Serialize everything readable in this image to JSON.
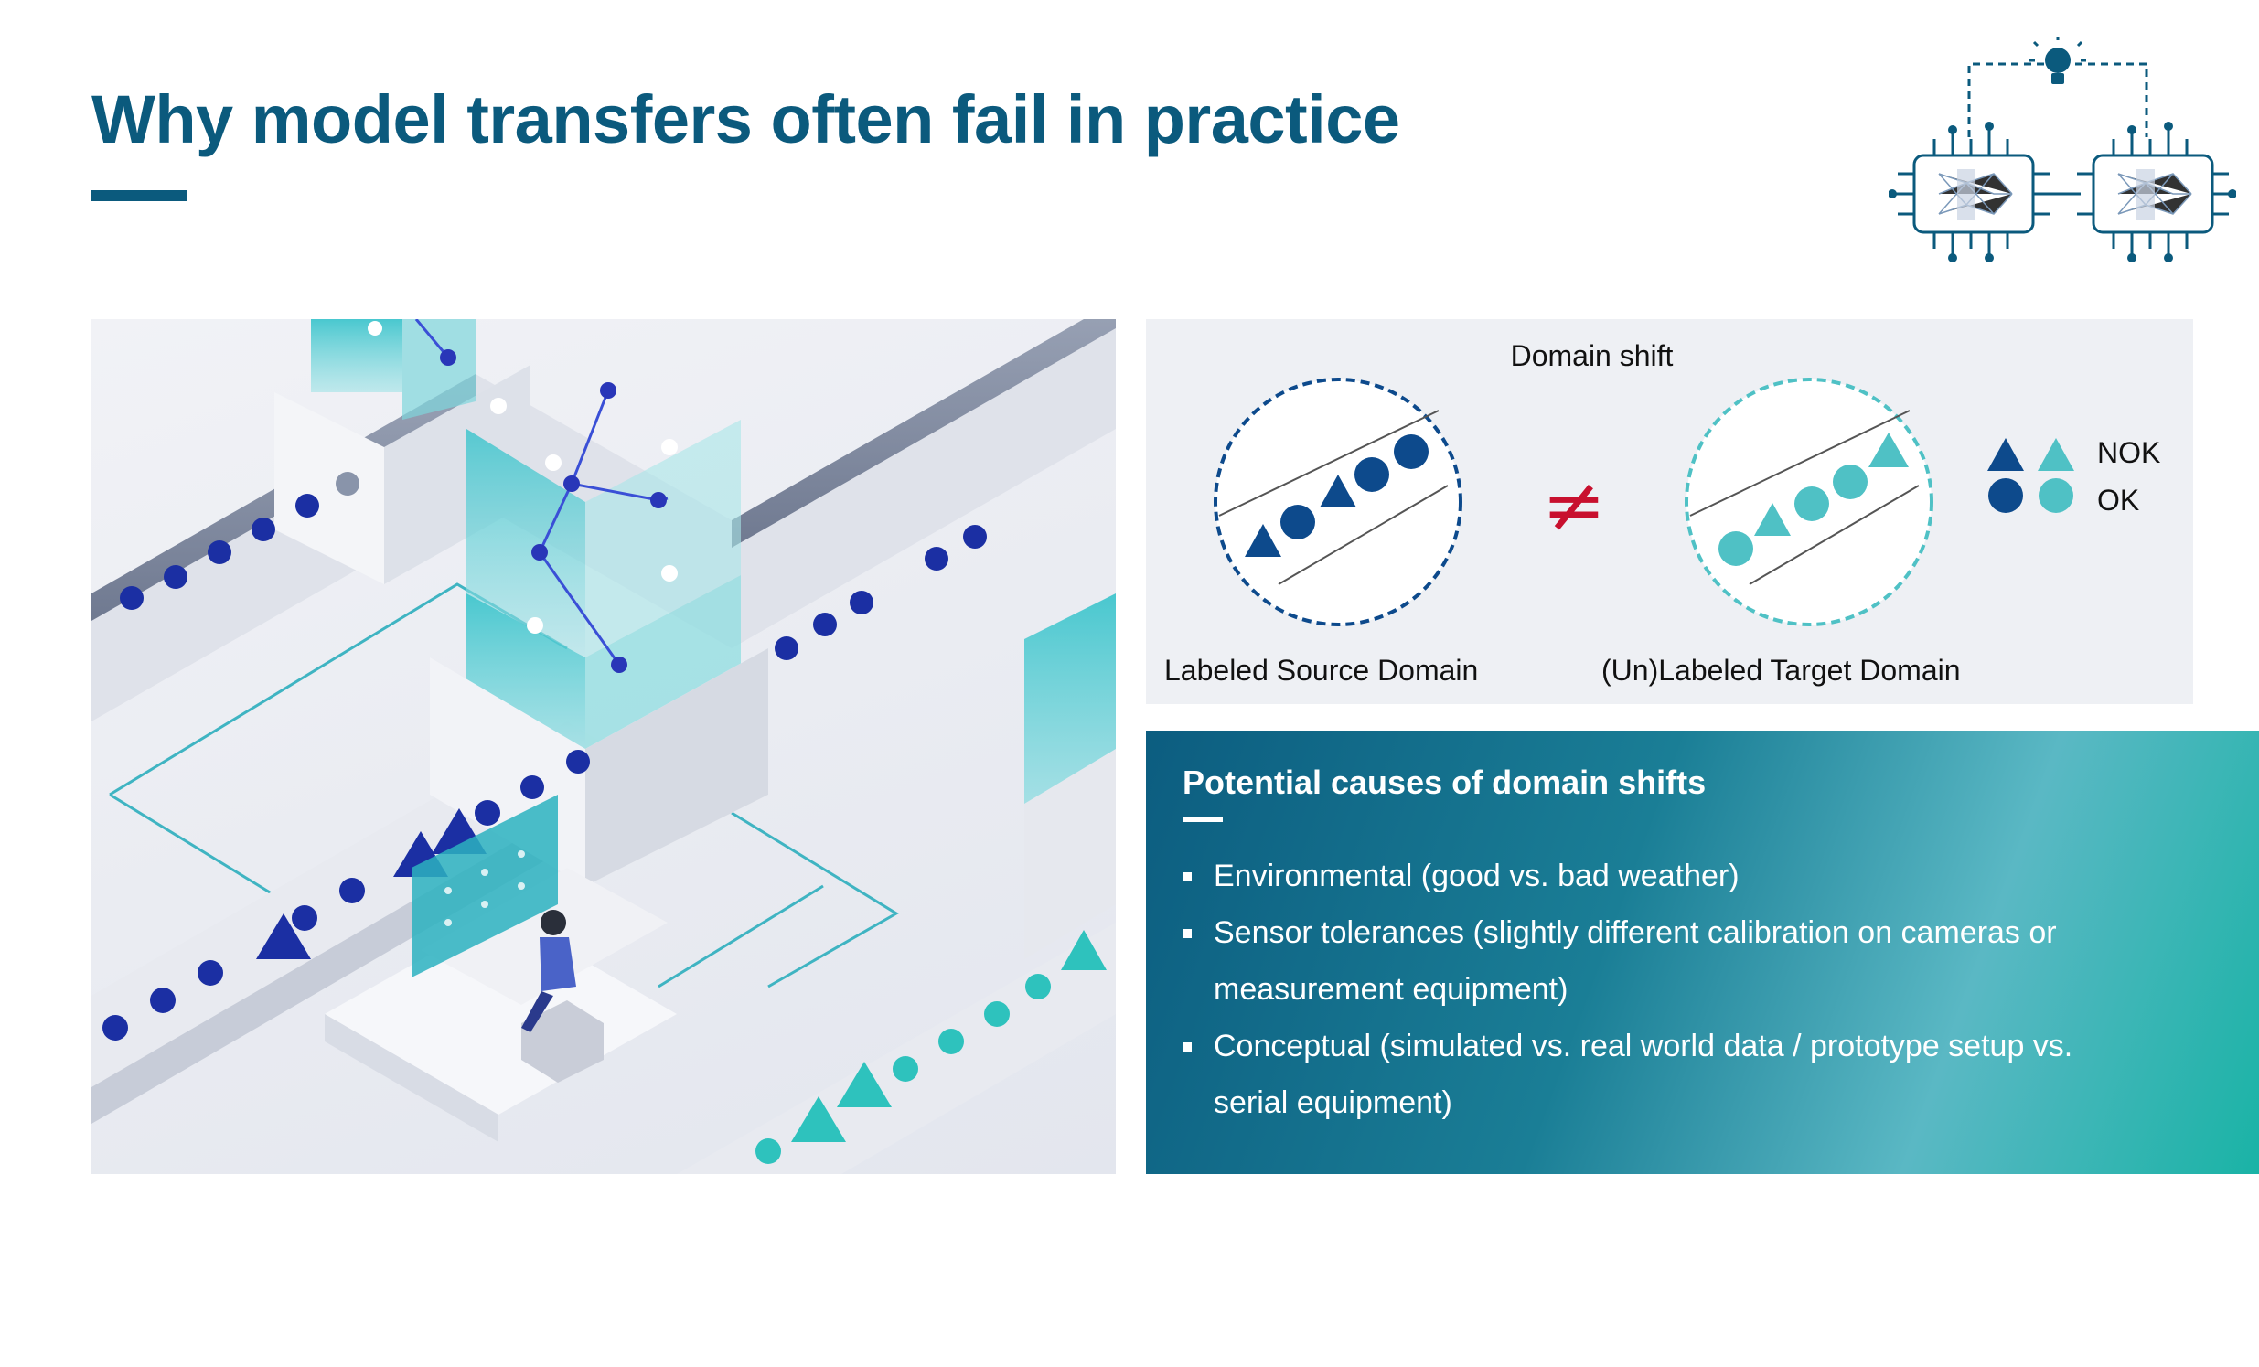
{
  "title": "Why model transfers often fail in practice",
  "diagram": {
    "title": "Domain shift",
    "source_label": "Labeled Source Domain",
    "target_label": "(Un)Labeled Target Domain",
    "not_equal_symbol": "≠",
    "legend": [
      {
        "label": "NOK",
        "shape": "triangle"
      },
      {
        "label": "OK",
        "shape": "circle"
      }
    ],
    "colors": {
      "source": "#0d4a8c",
      "target": "#4fc1c5",
      "not_equal": "#c8102e"
    }
  },
  "causes": {
    "heading": "Potential causes of domain shifts",
    "items": [
      "Environmental (good vs. bad weather)",
      "Sensor tolerances (slightly different calibration on cameras or measurement equipment)",
      "Conceptual (simulated vs. real world data / prototype setup vs. serial equipment)"
    ]
  },
  "colors": {
    "title": "#0b5a7d",
    "panel_bg": "#eef0f4"
  }
}
